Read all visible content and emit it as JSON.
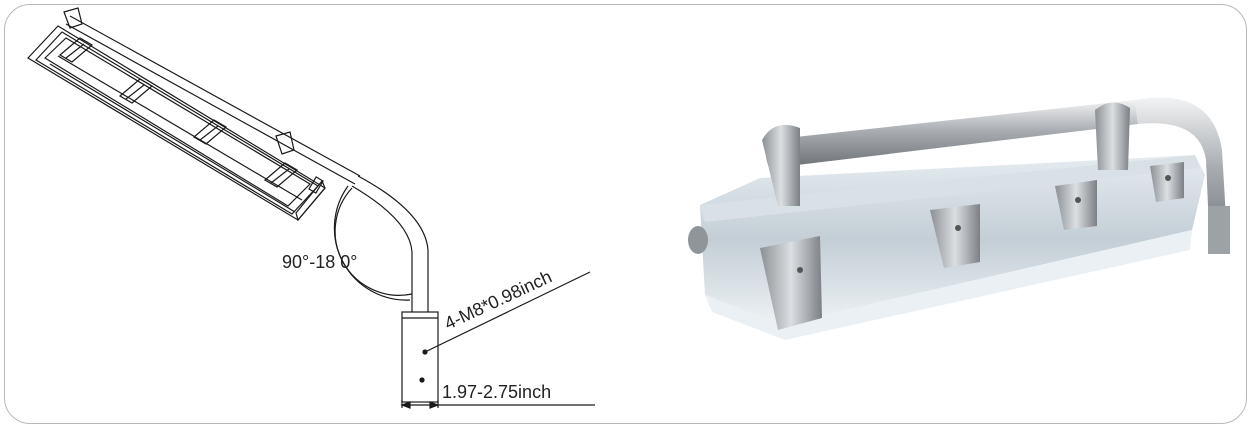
{
  "drawing": {
    "angle_label": "90°-18 0°",
    "bolt_label": "4-M8*0.98inch",
    "diameter_label": "1.97-2.75inch"
  },
  "photo": {
    "description": "pole-mounted-tri-proof-light"
  },
  "colors": {
    "frame": "#b9b9b9",
    "line": "#1a1a1a",
    "metal": "#bfc3c7",
    "housing": "#c9d4dc"
  }
}
